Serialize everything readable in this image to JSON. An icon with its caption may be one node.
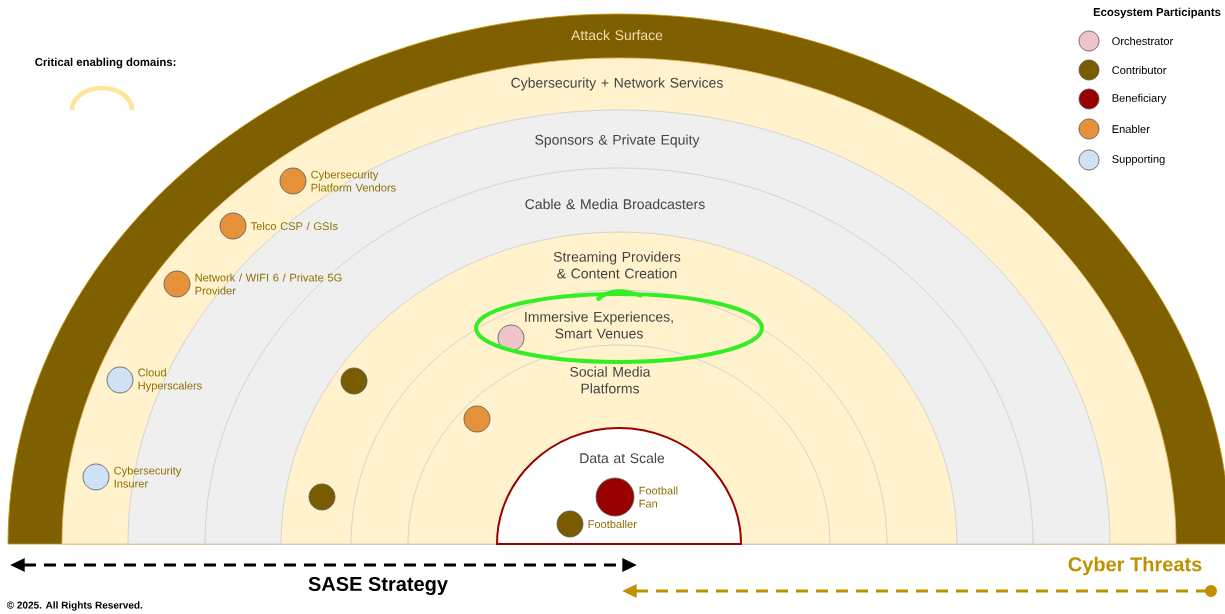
{
  "diagram": {
    "nodes": [
      {
        "text": [
          "Attack Surface"
        ]
      },
      {
        "text": [
          "Cybersecurity + Network Services"
        ],
        "in": 0
      },
      {
        "text": [
          "Sponsors & Private Equity"
        ],
        "in": 1
      },
      {
        "text": [
          "Cable & Media Broadcasters"
        ],
        "in": 2
      },
      {
        "text": [
          "Streaming Providers & Content Creation"
        ],
        "in": 3
      },
      {
        "text": [
          "Immersive Experiences, Smart Venues"
        ],
        "in": 4
      },
      {
        "text": [
          "Social Media Platforms"
        ],
        "in": 5
      },
      {
        "text": [
          "Data at Scale"
        ],
        "in": 6
      },
      {
        "text": [],
        "shape": "circle",
        "beside": [
          "Cybersecurity Platform Vendors"
        ],
        "in": 1
      },
      {
        "text": [],
        "shape": "circle",
        "beside": [
          "Telco CSP / GSIs"
        ],
        "in": 1
      },
      {
        "text": [],
        "shape": "circle",
        "beside": [
          "Network / WIFI 6 / Private 5G Provider"
        ],
        "in": 1
      },
      {
        "text": [],
        "shape": "circle",
        "beside": [
          "Cloud Hyperscalers"
        ],
        "in": 1
      },
      {
        "text": [],
        "shape": "circle",
        "beside": [
          "Cybersecurity Insurer"
        ],
        "in": 1
      },
      {
        "text": [],
        "shape": "circle",
        "in": 4
      },
      {
        "text": [],
        "shape": "circle",
        "in": 4
      },
      {
        "text": [],
        "shape": "circle",
        "in": 5
      },
      {
        "text": [],
        "shape": "circle",
        "in": 6
      },
      {
        "text": [],
        "shape": "circle",
        "beside": [
          "Football Fan"
        ],
        "in": 7
      },
      {
        "text": [],
        "shape": "circle",
        "beside": [
          "Footballer"
        ],
        "in": 7
      }
    ],
    "labels": [
      "Critical enabling domains:",
      "Ecosystem Participants",
      "SASE Strategy",
      "Cyber Threats",
      "© 2025. All Rights Reserved."
    ],
    "legend": [
      {
        "text": "Orchestrator",
        "color": "#efc4c8"
      },
      {
        "text": "Contributor",
        "color": "#7a5c00"
      },
      {
        "text": "Beneficiary",
        "color": "#990000"
      },
      {
        "text": "Enabler",
        "color": "#e6923a"
      },
      {
        "text": "Supporting",
        "color": "#cfe2f3"
      }
    ]
  }
}
